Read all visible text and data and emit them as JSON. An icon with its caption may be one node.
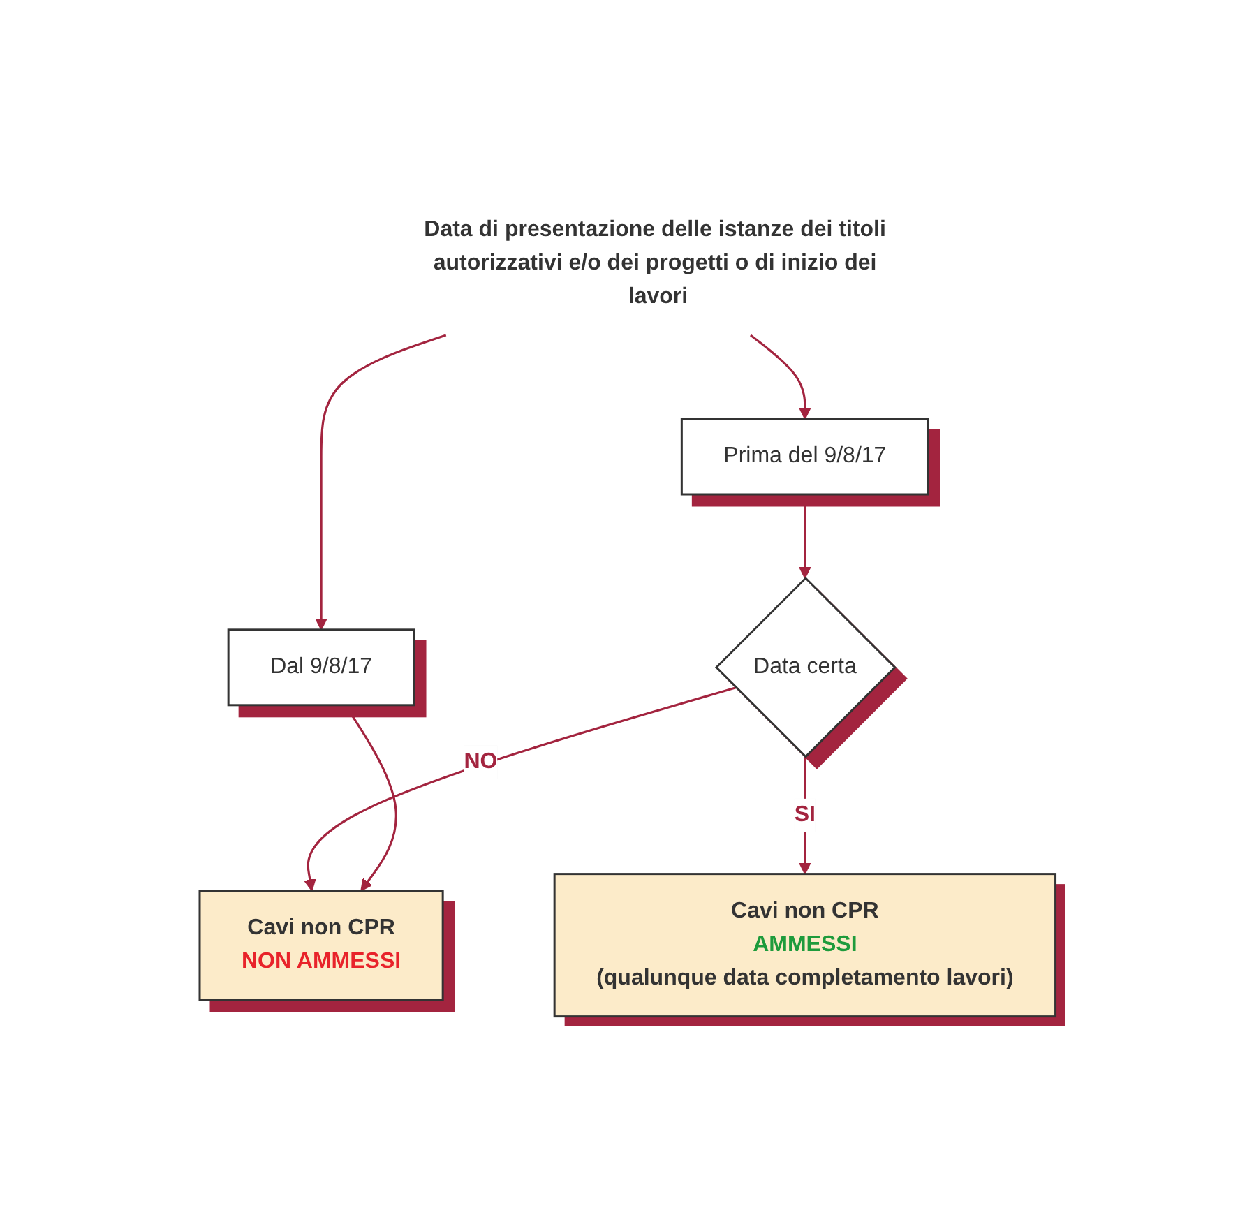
{
  "diagram": {
    "nodes": [
      {
        "text": [
          "Data di presentazione delle istanze dei titoli autorizzativi e/o dei progetti o di inizio dei lavori"
        ]
      },
      {
        "text": [
          "Prima del 9/8/17"
        ]
      },
      {
        "text": [
          "Dal 9/8/17"
        ]
      },
      {
        "text": [
          "Data certa"
        ]
      },
      {
        "text": [
          "Cavi non CPR",
          "AMMESSI",
          "(qualunque data completamento lavori)"
        ]
      },
      {
        "text": [
          "Cavi non CPR",
          "NON AMMESSI"
        ]
      }
    ],
    "edges": [
      {
        "from": 0,
        "to": 1,
        "arrow": "to"
      },
      {
        "from": 0,
        "to": 2,
        "arrow": "to"
      },
      {
        "from": 1,
        "to": 3,
        "arrow": "to"
      },
      {
        "from": 3,
        "to": 5,
        "label": "NO",
        "arrow": "to"
      },
      {
        "from": 3,
        "to": 4,
        "label": "SI",
        "arrow": "to"
      },
      {
        "from": 2,
        "to": 5,
        "arrow": "to"
      }
    ]
  }
}
